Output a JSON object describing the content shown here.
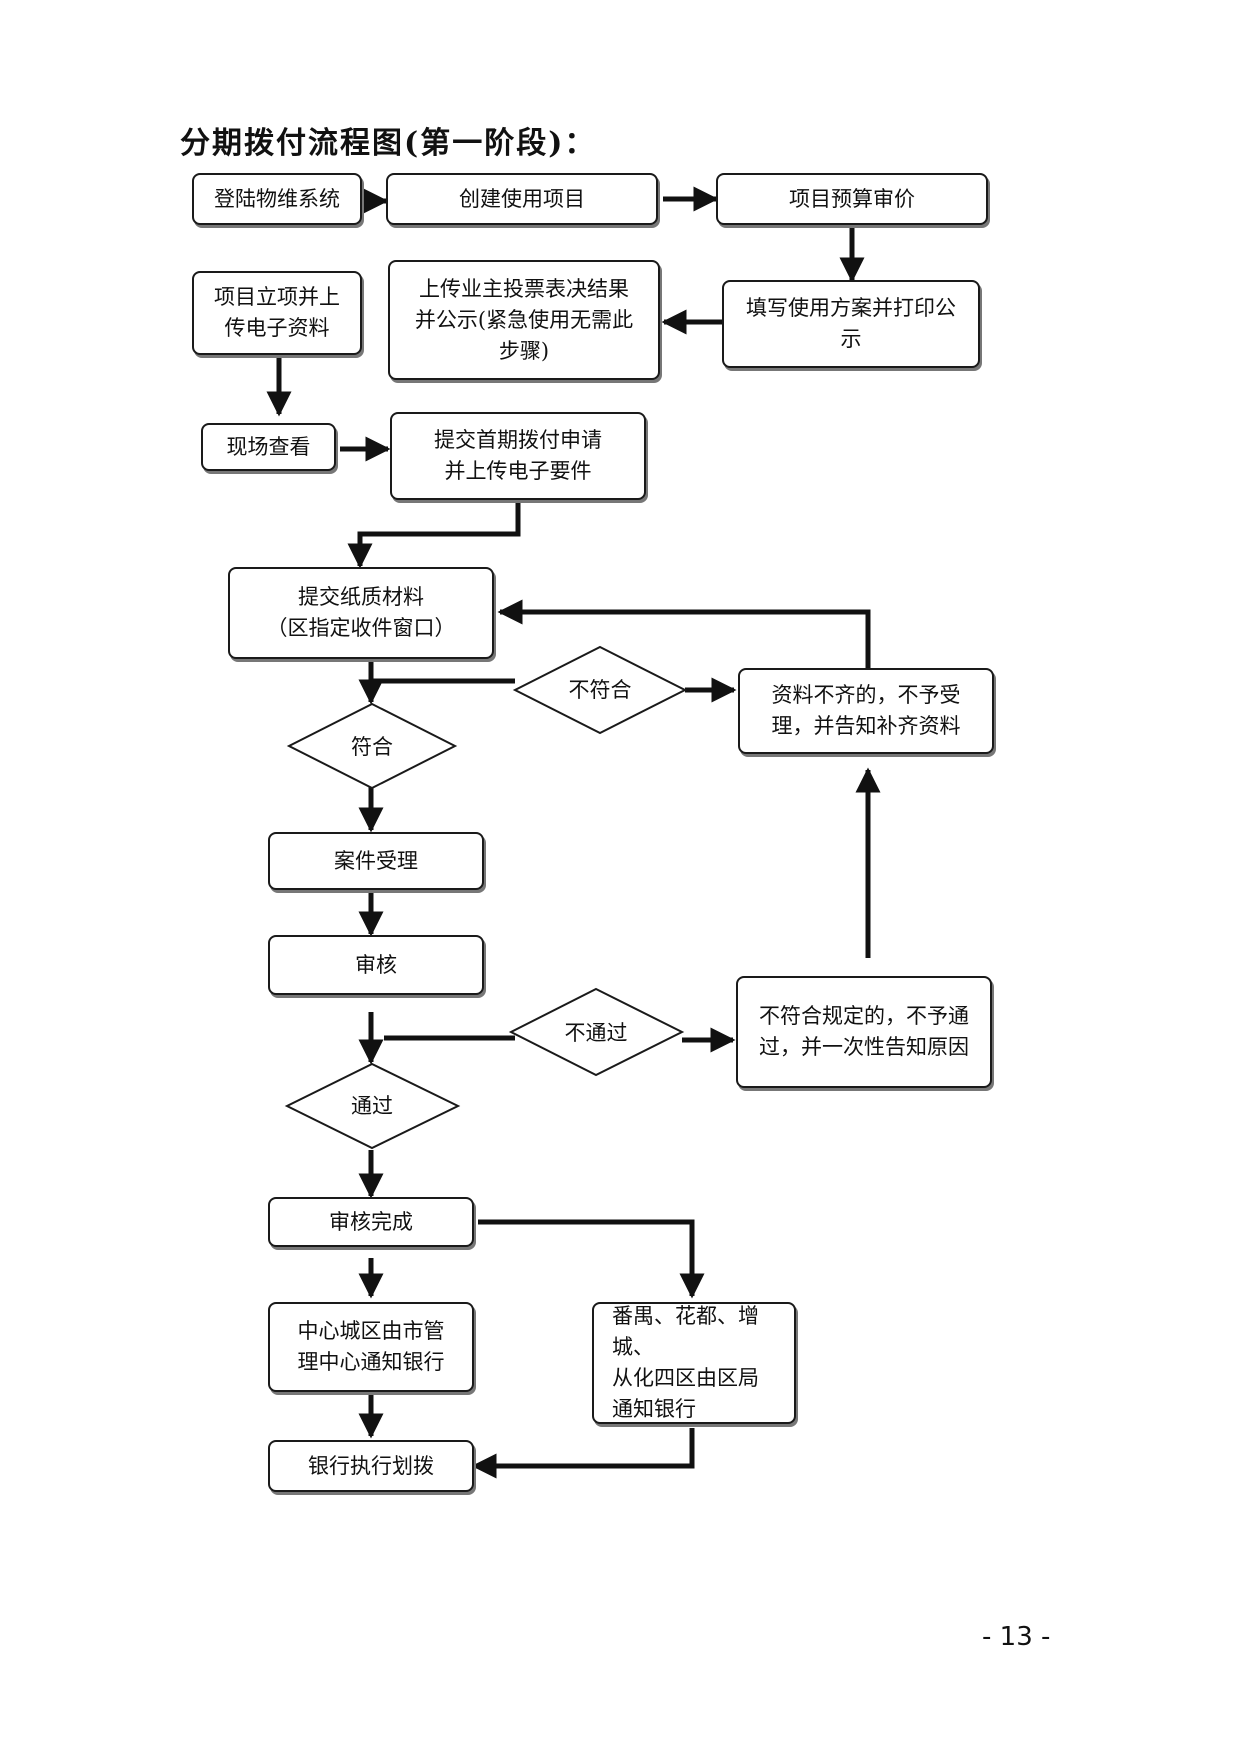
{
  "title": "分期拨付流程图(第一阶段)：",
  "nodes": {
    "login": "登陆物维系统",
    "create": "创建使用项目",
    "budget": "项目预算审价",
    "fill_plan": "填写使用方案并打印公\n示",
    "upload_vote": "上传业主投票表决结果\n并公示(紧急使用无需此\n步骤)",
    "project_setup": "项目立项并上\n传电子资料",
    "site_check": "现场查看",
    "submit_first": "提交首期拨付申请\n并上传电子要件",
    "submit_paper": "提交纸质材料\n（区指定收件窗口）",
    "incomplete": "资料不齐的，不予受\n理，并告知补齐资料",
    "case_accept": "案件受理",
    "review": "审核",
    "noncompliant": "不符合规定的，不予通\n过，并一次性告知原因",
    "review_done": "审核完成",
    "center_city": "中心城区由市管\n理中心通知银行",
    "four_districts": "番禺、花都、增城、\n从化四区由区局\n通知银行",
    "bank_transfer": "银行执行划拨"
  },
  "decisions": {
    "not_match": "不符合",
    "match": "符合",
    "not_pass": "不通过",
    "pass": "通过"
  },
  "page_number": "- 13 -"
}
